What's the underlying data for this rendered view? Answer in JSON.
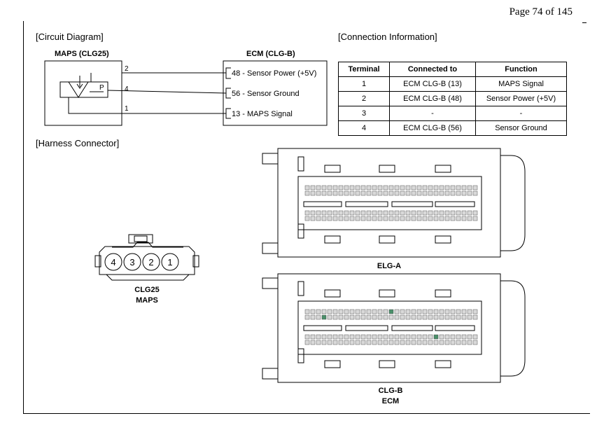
{
  "header": {
    "page_label": "Page 74 of 145"
  },
  "circuit": {
    "heading": "[Circuit Diagram]",
    "sensor_label": "MAPS (CLG25)",
    "ecm_label": "ECM (CLG-B)",
    "sensor_pin_marker": "P",
    "wires": [
      {
        "pin": "2",
        "ecm_text": "48 - Sensor Power (+5V)"
      },
      {
        "pin": "4",
        "ecm_text": "56 - Sensor Ground"
      },
      {
        "pin": "1",
        "ecm_text": "13 - MAPS Signal"
      }
    ]
  },
  "connection": {
    "heading": "[Connection Information]",
    "columns": [
      "Terminal",
      "Connected to",
      "Function"
    ],
    "rows": [
      [
        "1",
        "ECM CLG-B (13)",
        "MAPS Signal"
      ],
      [
        "2",
        "ECM CLG-B (48)",
        "Sensor Power (+5V)"
      ],
      [
        "3",
        "-",
        "-"
      ],
      [
        "4",
        "ECM CLG-B (56)",
        "Sensor Ground"
      ]
    ]
  },
  "harness": {
    "heading": "[Harness Connector]",
    "small_connector": {
      "pins": [
        "4",
        "3",
        "2",
        "1"
      ],
      "label_1": "CLG25",
      "label_2": "MAPS"
    },
    "elga": {
      "label": "ELG-A"
    },
    "clgb": {
      "label_1": "CLG-B",
      "label_2": "ECM"
    }
  },
  "colors": {
    "line": "#000000",
    "pin_fill": "#d9d9d9",
    "pin_highlight": "#4a8f6a"
  }
}
